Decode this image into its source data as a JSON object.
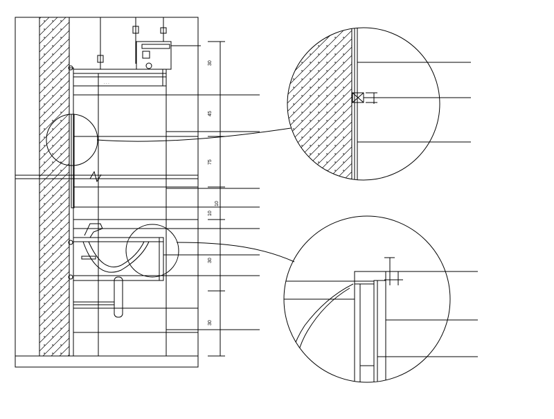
{
  "dimensions": {
    "d1": "30",
    "d2": "45",
    "d3": "75",
    "d4": "10",
    "d5": "10",
    "d6": "30",
    "d7": "30"
  },
  "main_labels": [
    "",
    "",
    "",
    "",
    "",
    "",
    "",
    "",
    ""
  ],
  "detail_top_labels": [
    "",
    "",
    "",
    ""
  ],
  "detail_bottom_labels": [
    "",
    "",
    ""
  ]
}
